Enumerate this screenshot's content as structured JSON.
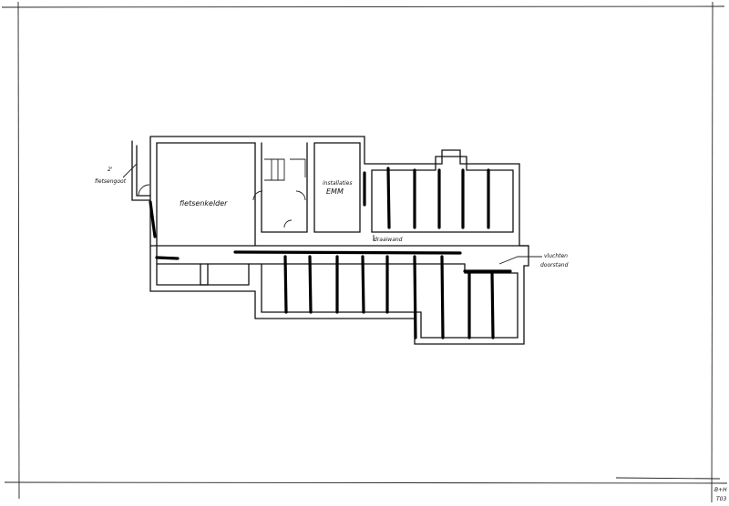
{
  "sheet": {
    "labels": {
      "bike_cellar": "fietsenkelder",
      "bike_ramp": "fietsengoot",
      "ramp_dimension": "2'",
      "installations_line1": "installaties",
      "installations_line2": "EMM",
      "partition_note": "draaiwand",
      "escape_note_line1": "vluchten",
      "escape_note_line2": "doorstand"
    },
    "title_block": {
      "initials": "B+H",
      "sheet_number": "T03"
    },
    "colors": {
      "ink": "#111111",
      "paper": "#ffffff"
    }
  }
}
